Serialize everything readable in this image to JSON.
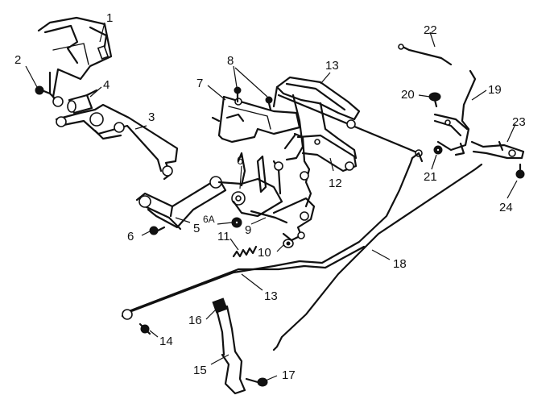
{
  "labels": {
    "p1": "1",
    "p2": "2",
    "p3": "3",
    "p4": "4",
    "p5": "5",
    "p6a": "6",
    "p6b": "6",
    "p6A": "6A",
    "p7": "7",
    "p8": "8",
    "p9": "9",
    "p10": "10",
    "p11": "11",
    "p12": "12",
    "p13a": "13",
    "p13b": "13",
    "p14": "14",
    "p15": "15",
    "p16": "16",
    "p17": "17",
    "p18": "18",
    "p19": "19",
    "p20": "20",
    "p21": "21",
    "p22": "22",
    "p23": "23",
    "p24": "24"
  }
}
